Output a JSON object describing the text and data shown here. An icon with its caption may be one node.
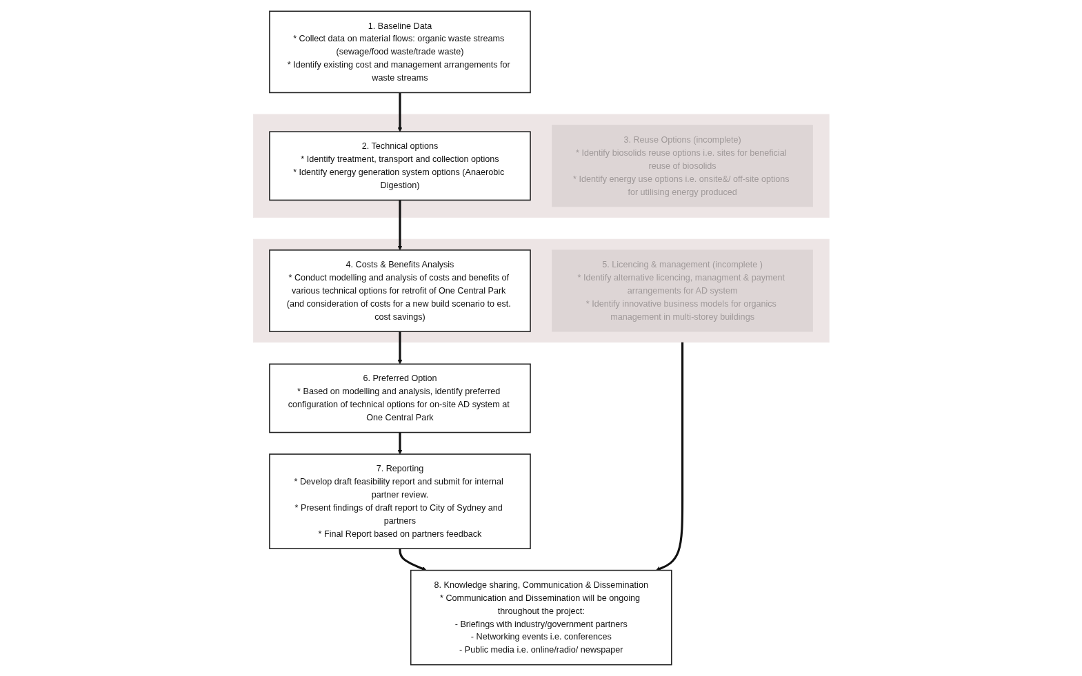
{
  "diagram": {
    "nodes": [
      {
        "text": [
          "1. Baseline Data",
          "* Collect data on material flows: organic waste streams (sewage/food waste/trade waste)",
          "* Identify existing cost and management arrangements for waste streams"
        ]
      },
      {
        "text": [],
        "shape": "box"
      },
      {
        "text": [
          "2. Technical options",
          "* Identify treatment, transport and collection options",
          "* Identify energy generation system options (Anaerobic Digestion)"
        ],
        "in": 1
      },
      {
        "text": [
          "3. Reuse Options (incomplete)",
          "* Identify biosolids reuse options i.e. sites for beneficial reuse of biosolids",
          "* Identify energy use options i.e. onsite&/ off-site options for utilising energy produced"
        ],
        "in": 1
      },
      {
        "text": [],
        "shape": "box"
      },
      {
        "text": [
          "5. Licencing & management (incomplete )",
          "* Identify alternative licencing, managment & payment arrangements for AD system",
          "* Identify innovative business models for organics management in multi-storey buildings"
        ],
        "in": 4
      },
      {
        "text": [
          "4. Costs & Benefits Analysis",
          "* Conduct modelling and analysis of costs and benefits of various technical options for retrofit of One Central Park (and consideration of costs for a new build scenario to est. cost savings)"
        ],
        "in": 4
      },
      {
        "text": [
          "6. Preferred Option",
          "* Based on modelling and analysis, identify preferred configuration of technical options for on-site AD system at One Central Park"
        ]
      },
      {
        "text": [
          "7. Reporting",
          "* Develop draft feasibility report and submit for internal partner review.",
          "* Present findings of draft report to City of Sydney and partners",
          "* Final Report based on partners feedback"
        ]
      },
      {
        "text": [
          "8. Knowledge sharing, Communication & Dissemination",
          "* Communication and Dissemination will be ongoing throughout the project:",
          "- Briefings with industry/government partners",
          "- Networking events i.e. conferences",
          "- Public media i.e. online/radio/ newspaper"
        ]
      }
    ],
    "edges": [
      {
        "from": 0,
        "to": 2,
        "arrow": "to"
      },
      {
        "from": 2,
        "to": 6,
        "arrow": "to"
      },
      {
        "from": 6,
        "to": 7,
        "arrow": "to"
      },
      {
        "from": 7,
        "to": 8,
        "arrow": "to"
      },
      {
        "from": 4,
        "to": 9,
        "arrow": "to"
      },
      {
        "from": 8,
        "to": 9,
        "arrow": "to"
      }
    ]
  }
}
